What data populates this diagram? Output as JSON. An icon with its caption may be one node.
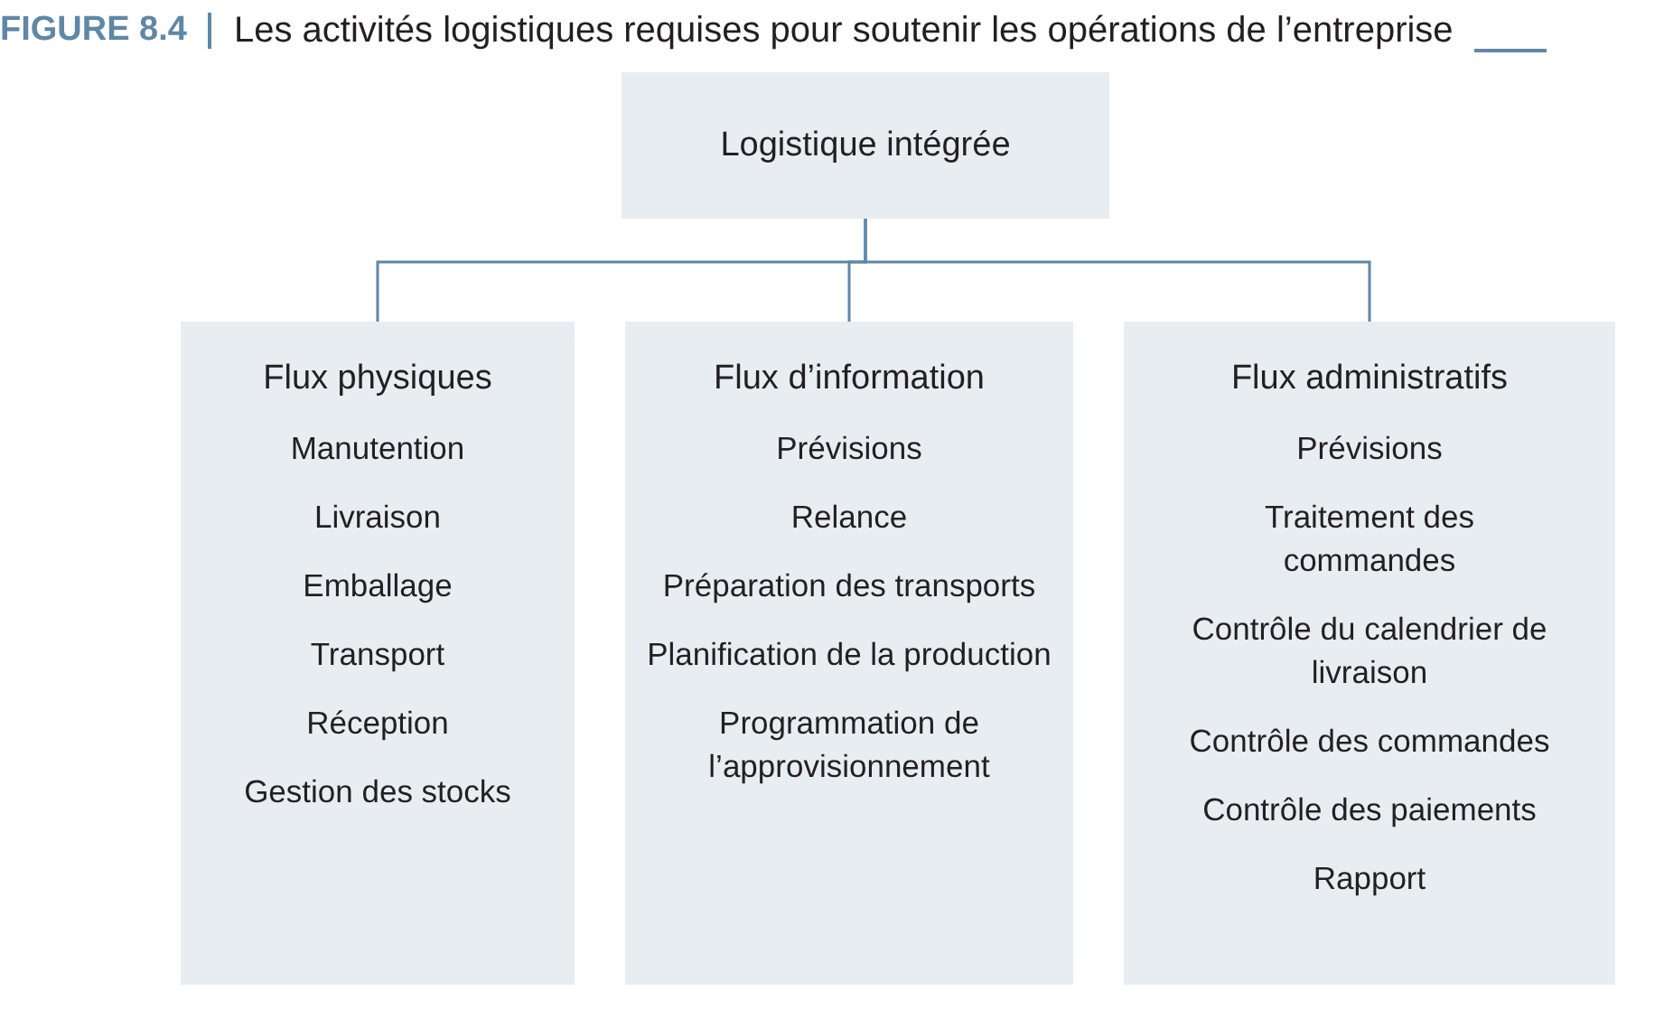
{
  "diagram": {
    "title": "Les activités logistiques requises pour soutenir les opérations de l’entreprise",
    "nodes": [
      {
        "text": [
          "Logistique intégrée"
        ]
      },
      {
        "text": [
          "Flux physiques",
          "Manutention",
          "Livraison",
          "Emballage",
          "Transport",
          "Réception",
          "Gestion des stocks"
        ]
      },
      {
        "text": [
          "Flux d’information",
          "Prévisions",
          "Relance",
          "Préparation des transports",
          "Planification de la production",
          "Programmation de l’approvisionnement"
        ]
      },
      {
        "text": [
          "Flux administratifs",
          "Prévisions",
          "Traitement des commandes",
          "Contrôle du calendrier de livraison",
          "Contrôle des commandes",
          "Contrôle des paiements",
          "Rapport"
        ]
      }
    ],
    "edges": [
      {
        "from": 0,
        "to": 1,
        "arrow": "none"
      },
      {
        "from": 0,
        "to": 2,
        "arrow": "none"
      },
      {
        "from": 0,
        "to": 3,
        "arrow": "none"
      }
    ],
    "labels": [
      "FIGURE 8.4"
    ]
  }
}
